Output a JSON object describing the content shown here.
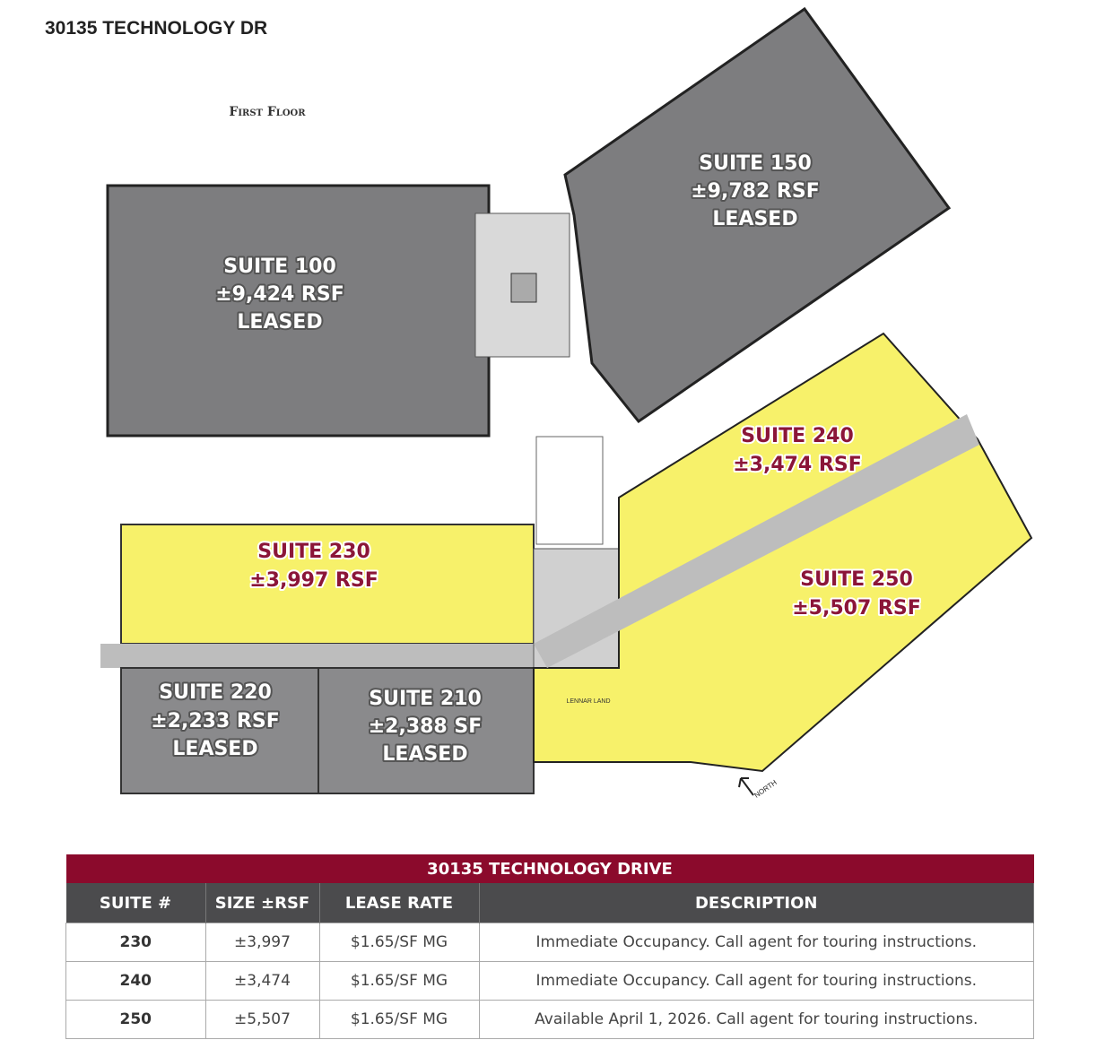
{
  "title": "30135 TECHNOLOGY DR",
  "floor_label": "First Floor",
  "colors": {
    "available": "#f7f16a",
    "leased": "#7d7d7f",
    "accent": "#8b0a2c",
    "header": "#4b4b4d"
  },
  "suites": [
    {
      "name": "SUITE 100",
      "size": "±9,424 RSF",
      "status": "LEASED"
    },
    {
      "name": "SUITE 150",
      "size": "±9,782 RSF",
      "status": "LEASED"
    },
    {
      "name": "SUITE 230",
      "size": "±3,997 RSF"
    },
    {
      "name": "SUITE 240",
      "size": "±3,474 RSF"
    },
    {
      "name": "SUITE 250",
      "size": "±5,507 RSF"
    },
    {
      "name": "SUITE 220",
      "size": "±2,233 RSF",
      "status": "LEASED"
    },
    {
      "name": "SUITE 210",
      "size": "±2,388 SF",
      "status": "LEASED"
    }
  ],
  "plan_labels": {
    "tenant": "LENNAR LAND",
    "north": "NORTH"
  },
  "table": {
    "caption": "30135 TECHNOLOGY DRIVE",
    "headers": [
      "SUITE #",
      "SIZE ±RSF",
      "LEASE RATE",
      "DESCRIPTION"
    ],
    "rows": [
      [
        "230",
        "±3,997",
        "$1.65/SF MG",
        "Immediate Occupancy. Call agent for touring instructions."
      ],
      [
        "240",
        "±3,474",
        "$1.65/SF MG",
        "Immediate Occupancy. Call agent for touring instructions."
      ],
      [
        "250",
        "±5,507",
        "$1.65/SF MG",
        "Available April 1, 2026. Call agent for touring instructions."
      ]
    ]
  }
}
